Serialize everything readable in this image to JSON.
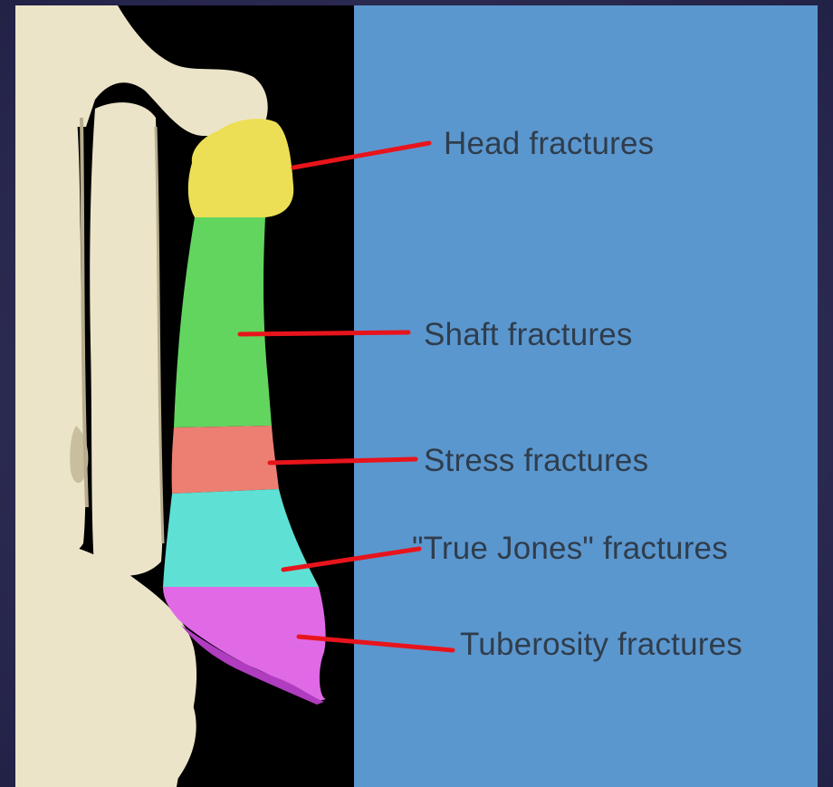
{
  "labels": {
    "head": "Head fractures",
    "shaft": "Shaft fractures",
    "stress": "Stress fractures",
    "true_jones": "\"True Jones\" fractures",
    "tuberosity": "Tuberosity fractures"
  },
  "colors": {
    "right_panel": "#5b97cf",
    "left_background": "#000000",
    "bone": "#ece4c8",
    "bone_shadow": "#c9bf9e",
    "head_zone": "#ecdf55",
    "shaft_zone": "#62d55e",
    "stress_zone": "#ec7f72",
    "true_jones_zone": "#5fe0d4",
    "tuberosity_zone": "#e06ae6",
    "leader_line": "#e8141c",
    "label_text": "#2f3d4c"
  }
}
